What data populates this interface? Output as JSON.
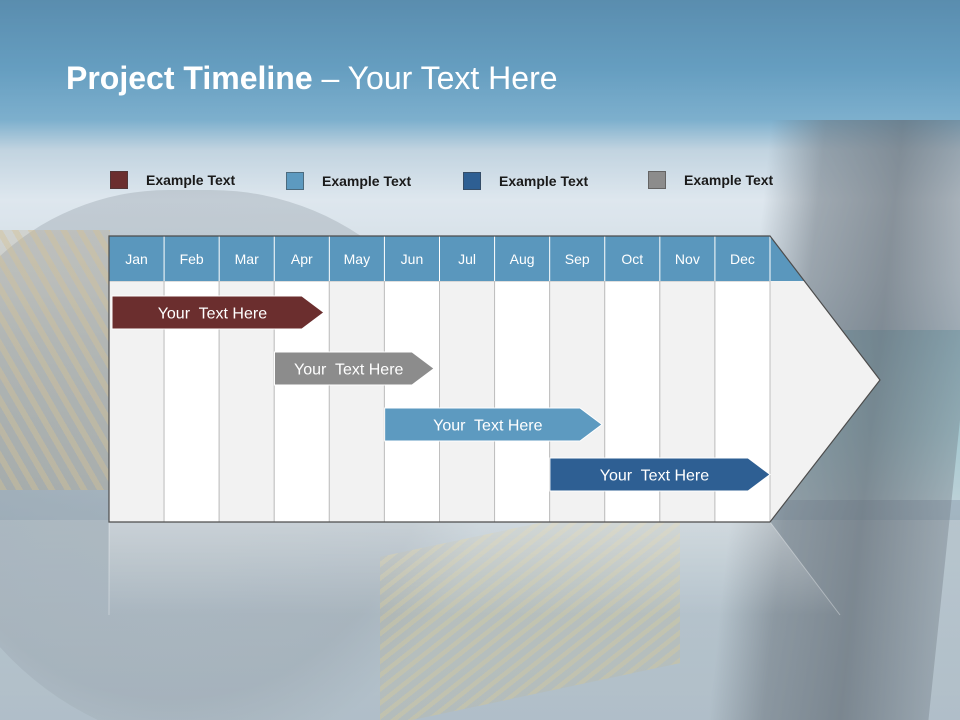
{
  "slide": {
    "title_bold": "Project Timeline",
    "title_sep": " – ",
    "title_rest": "Your Text Here"
  },
  "legend": [
    {
      "label": "Example Text",
      "color": "#6b2e2e"
    },
    {
      "label": "Example Text",
      "color": "#5d9ac0"
    },
    {
      "label": "Example Text",
      "color": "#2e5f93"
    },
    {
      "label": "Example Text",
      "color": "#8c8c8c"
    }
  ],
  "colors": {
    "header": "#5a97bd",
    "header_divider": "#ffffff",
    "column_light": "#f2f2f2",
    "column_white": "#ffffff",
    "grid_line": "#bfbfbf",
    "border": "#4d4d4d"
  },
  "chart_data": {
    "type": "gantt",
    "months": [
      "Jan",
      "Feb",
      "Mar",
      "Apr",
      "May",
      "Jun",
      "Jul",
      "Aug",
      "Sep",
      "Oct",
      "Nov",
      "Dec"
    ],
    "tasks": [
      {
        "label": "Your  Text Here",
        "start": 0.0,
        "end": 3.9,
        "color": "#6b2e2e"
      },
      {
        "label": "Your  Text Here",
        "start": 2.95,
        "end": 5.9,
        "color": "#8c8c8c"
      },
      {
        "label": "Your  Text Here",
        "start": 4.95,
        "end": 8.95,
        "color": "#5d9ac0"
      },
      {
        "label": "Your  Text Here",
        "start": 7.95,
        "end": 12.0,
        "color": "#2e5f93"
      }
    ]
  }
}
